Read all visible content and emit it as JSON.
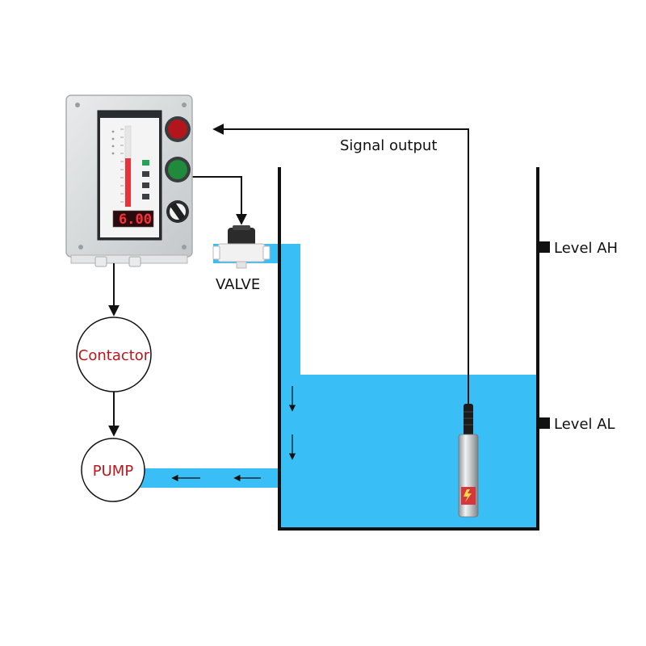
{
  "colors": {
    "water": "#39bff6",
    "tank_wall": "#111111",
    "line": "#111111",
    "circle_text": "#b8171c",
    "box_gray": "#d6d9db",
    "lcd_digits": "#ff2f3a"
  },
  "labels": {
    "signal_output": "Signal output",
    "level_ah": "Level AH",
    "level_al": "Level AL",
    "valve": "VALVE",
    "contactor": "Contactor",
    "pump": "PUMP"
  },
  "controller": {
    "display_value": "6.00",
    "alarm_lamp_colors": [
      "#b3151c",
      "#1f8a3a"
    ],
    "icons": [
      "bargraph-icon",
      "alarm-lamp-icon",
      "selector-knob-icon"
    ]
  },
  "sensor": {
    "icon": "pressure-transmitter-icon"
  }
}
